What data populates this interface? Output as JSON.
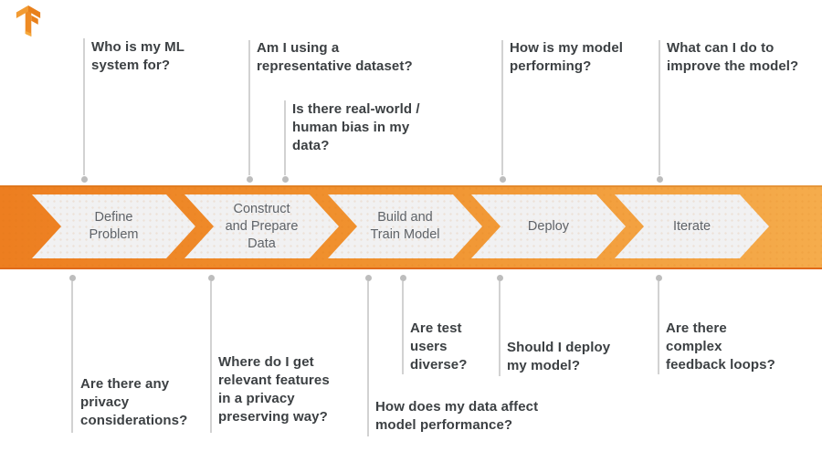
{
  "title": "TensorFlow ML workflow diagram",
  "logo": {
    "name": "TensorFlow logo"
  },
  "colors": {
    "band_gradient_left": "#ED7E20",
    "band_gradient_right": "#F5AC4C",
    "band_bottom_edge": "#E06A1A",
    "chevron_fill": "#F1F1F2",
    "stage_label_text": "#5F6368",
    "question_text": "#3C4043",
    "connector_line": "#D2D2D2",
    "connector_dot": "#BDBDBD",
    "logo_orange_light": "#F29B33",
    "logo_orange_mid": "#EE8B24",
    "logo_orange_dark": "#E8801C"
  },
  "stages": [
    {
      "label": "Define\nProblem"
    },
    {
      "label": "Construct\nand Prepare\nData"
    },
    {
      "label": "Build and\nTrain Model"
    },
    {
      "label": "Deploy"
    },
    {
      "label": "Iterate"
    }
  ],
  "questions_top": [
    {
      "text": "Who is my ML\nsystem for?"
    },
    {
      "text": "Am I using a\nrepresentative dataset?"
    },
    {
      "text": "Is there real-world /\nhuman bias in my\ndata?"
    },
    {
      "text": "How is my model\nperforming?"
    },
    {
      "text": "What can I do to\nimprove the model?"
    }
  ],
  "questions_bottom": [
    {
      "text": "Are there any\nprivacy\nconsiderations?"
    },
    {
      "text": "Where do I get\nrelevant features\nin a privacy\npreserving way?"
    },
    {
      "text": "How does my data affect\nmodel performance?"
    },
    {
      "text": "Are test\nusers\ndiverse?"
    },
    {
      "text": "Should I deploy\nmy model?"
    },
    {
      "text": "Are there\ncomplex\nfeedback loops?"
    }
  ]
}
